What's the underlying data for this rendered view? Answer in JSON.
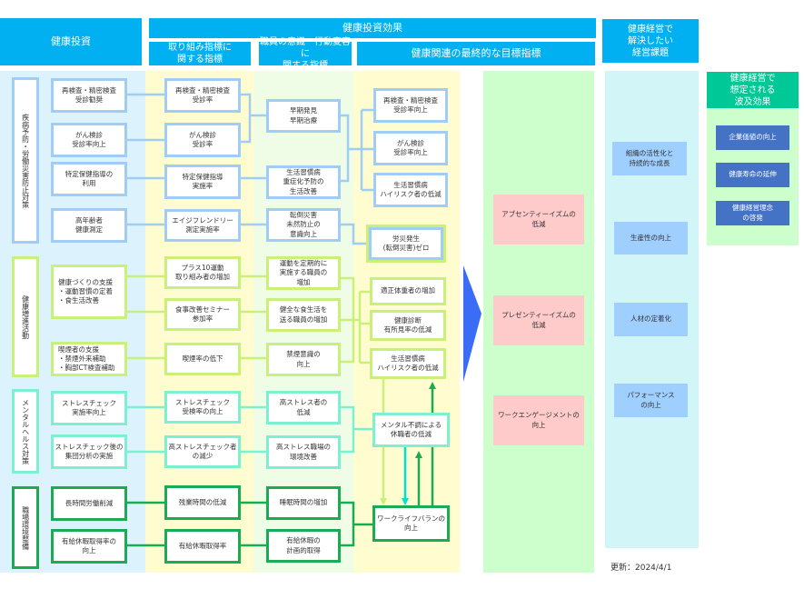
{
  "headers": {
    "investment": "健康投資",
    "effect": "健康投資効果",
    "effect_sub": [
      "取り組み指標に\n関する指標",
      "職員の意識・行動変容に\n関する指標",
      "健康関連の最終的な目標指標"
    ],
    "issues": "健康経営で\n解決したい\n経営課題",
    "ripple": "健康経営で\n想定される\n波及効果"
  },
  "categories": [
    "疾病予防・労働災害防止対策",
    "健康増進活動",
    "メンタルヘルス対策",
    "職場環境整備"
  ],
  "investments": [
    "再検査・精密検査\n受診勧奨",
    "がん検診\n受診率向上",
    "特定保健指導の\n利用",
    "高年齢者\n健康測定",
    "健康づくりの支援\n・運動習慣の定着\n・食生活改善",
    "喫煙者の支援\n・禁煙外来補助\n・胸部CT検査補助",
    "ストレスチェック\n実施率向上",
    "ストレスチェック後の\n集団分析の実施",
    "長時間労働削減",
    "有給休暇取得率の\n向上"
  ],
  "initiative_metrics": [
    "再検査・精密検査\n受診率",
    "がん検診\n受診率",
    "特定保健指導\n実施率",
    "エイジフレンドリー\n測定実施率",
    "プラス10運動\n取り組み者の増加",
    "食事改善セミナー\n参加率",
    "喫煙率の低下",
    "ストレスチェック\n受検率の向上",
    "高ストレスチェック者\nの減少",
    "残業時間の低減",
    "有給休暇取得率"
  ],
  "behavior_metrics": [
    "早期発見\n早期治療",
    "生活習慣病\n重症化予防の\n生活改善",
    "転倒災害\n未然防止の\n意識向上",
    "運動を定期的に\n実施する職員の\n増加",
    "健全な食生活を\n送る職員の増加",
    "禁煙意識の\n向上",
    "高ストレス者の\n低減",
    "高ストレス職場の\n環境改善",
    "睡眠時間の増加",
    "有給休暇の\n計画的取得"
  ],
  "final_metrics": [
    "再検査・精密検査\n受診率向上",
    "がん検診\n受診率向上",
    "生活習慣病\nハイリスク者の低減",
    "労災発生\n(転倒災害)ゼロ",
    "適正体重者の増加",
    "健康診断\n有所見率の低減",
    "生活習慣病\nハイリスク者の低減",
    "メンタル不調による\n休職者の低減",
    "ワークライフバランの\n向上"
  ],
  "outcomes": [
    "アブセンティーイズムの\n低減",
    "プレゼンティーイズムの\n低減",
    "ワークエンゲージメントの\n向上"
  ],
  "issues": [
    "組織の活性化と\n持続的な成長",
    "生産性の向上",
    "人材の定着化",
    "パフォーマンス\nの向上"
  ],
  "ripple_effects": [
    "企業価値の向上",
    "健康寿命の延伸",
    "健康経営理念\nの啓発"
  ],
  "updated": "更新：2024/4/1",
  "colors": {
    "header": "#00b0f0",
    "ripple_header": "#00c896",
    "arrow": "#3b6cf5",
    "prevention": "#9fcdf5",
    "promotion": "#c8f07a",
    "mental": "#7ef0d2",
    "environment": "#1cab55"
  }
}
